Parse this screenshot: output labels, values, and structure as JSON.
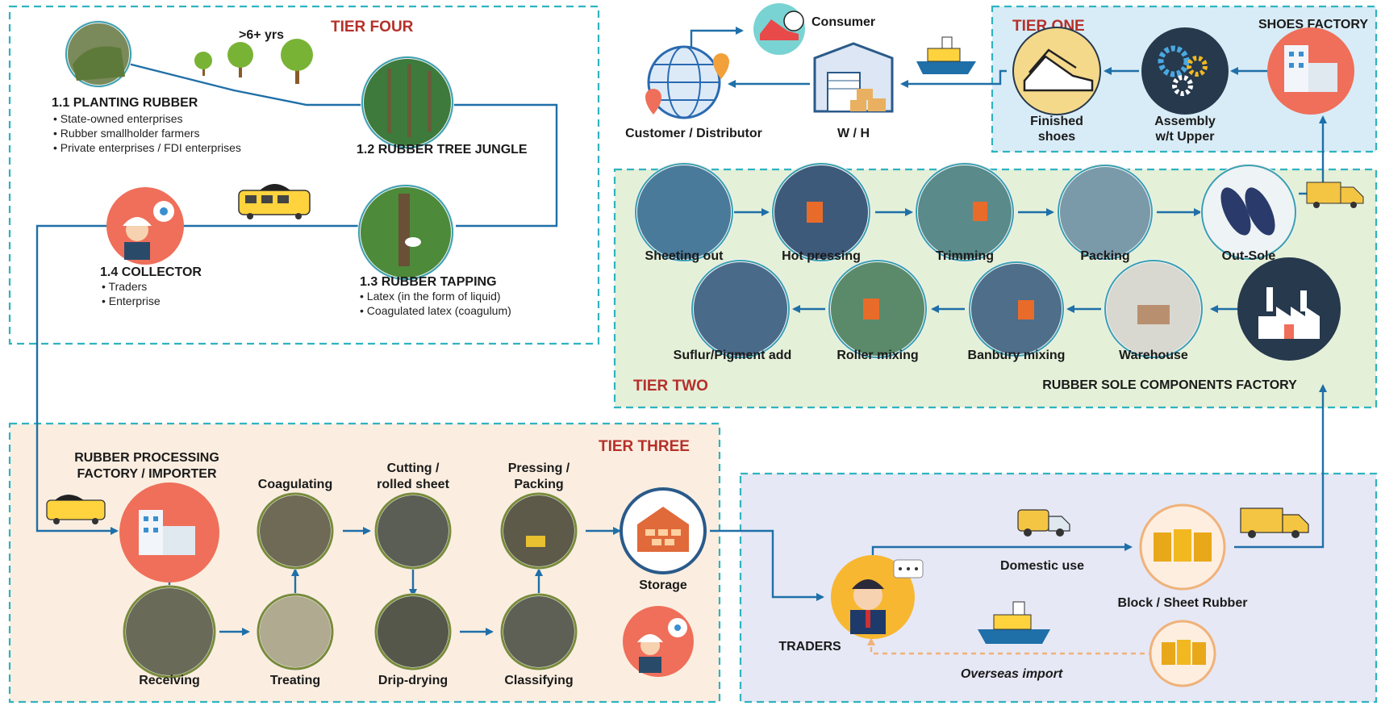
{
  "tiers": {
    "four": "TIER FOUR",
    "three": "TIER THREE",
    "two": "TIER TWO",
    "one": "TIER ONE"
  },
  "tier_four": {
    "years": ">6+ yrs",
    "planting": {
      "title": "1.1 PLANTING RUBBER",
      "bullets": [
        "State-owned enterprises",
        "Rubber smallholder farmers",
        "Private enterprises / FDI enterprises"
      ]
    },
    "jungle": {
      "title": "1.2 RUBBER TREE JUNGLE"
    },
    "tapping": {
      "title": "1.3 RUBBER TAPPING",
      "bullets": [
        "Latex (in the form of liquid)",
        "Coagulated latex (coagulum)"
      ]
    },
    "collector": {
      "title": "1.4 COLLECTOR",
      "bullets": [
        "Traders",
        "Enterprise"
      ]
    }
  },
  "tier_three": {
    "factory_title_line1": "RUBBER PROCESSING",
    "factory_title_line2": "FACTORY / IMPORTER",
    "steps": {
      "coagulating": "Coagulating",
      "cutting_line1": "Cutting /",
      "cutting_line2": "rolled sheet",
      "pressing_line1": "Pressing /",
      "pressing_line2": "Packing",
      "storage": "Storage",
      "receiving": "Receiving",
      "treating": "Treating",
      "drip_drying": "Drip-drying",
      "classifying": "Classifying"
    }
  },
  "tier_two": {
    "factory": "RUBBER SOLE COMPONENTS FACTORY",
    "top_row": [
      "Sheeting out",
      "Hot pressing",
      "Trimming",
      "Packing",
      "Out-Sole"
    ],
    "bottom_row": [
      "Suflur/Pigment add",
      "Roller mixing",
      "Banbury mixing",
      "Warehouse"
    ]
  },
  "tier_one": {
    "factory": "SHOES FACTORY",
    "assembly_line1": "Assembly",
    "assembly_line2": "w/t Upper",
    "finished_line1": "Finished",
    "finished_line2": "shoes",
    "wh": "W / H",
    "customer": "Customer / Distributor",
    "consumer": "Consumer"
  },
  "traders": {
    "traders": "TRADERS",
    "domestic": "Domestic use",
    "block": "Block / Sheet Rubber",
    "overseas": "Overseas import"
  },
  "colors": {
    "tier_label": "#b5302a",
    "flow_line": "#1f6fa8",
    "dash_border": "#2fb3c0",
    "tier_three_bg": "#fbeee0",
    "tier_two_bg": "#e4f0d8",
    "tier_one_bg": "#d8ecf7",
    "traders_bg": "#e6e8f5"
  }
}
